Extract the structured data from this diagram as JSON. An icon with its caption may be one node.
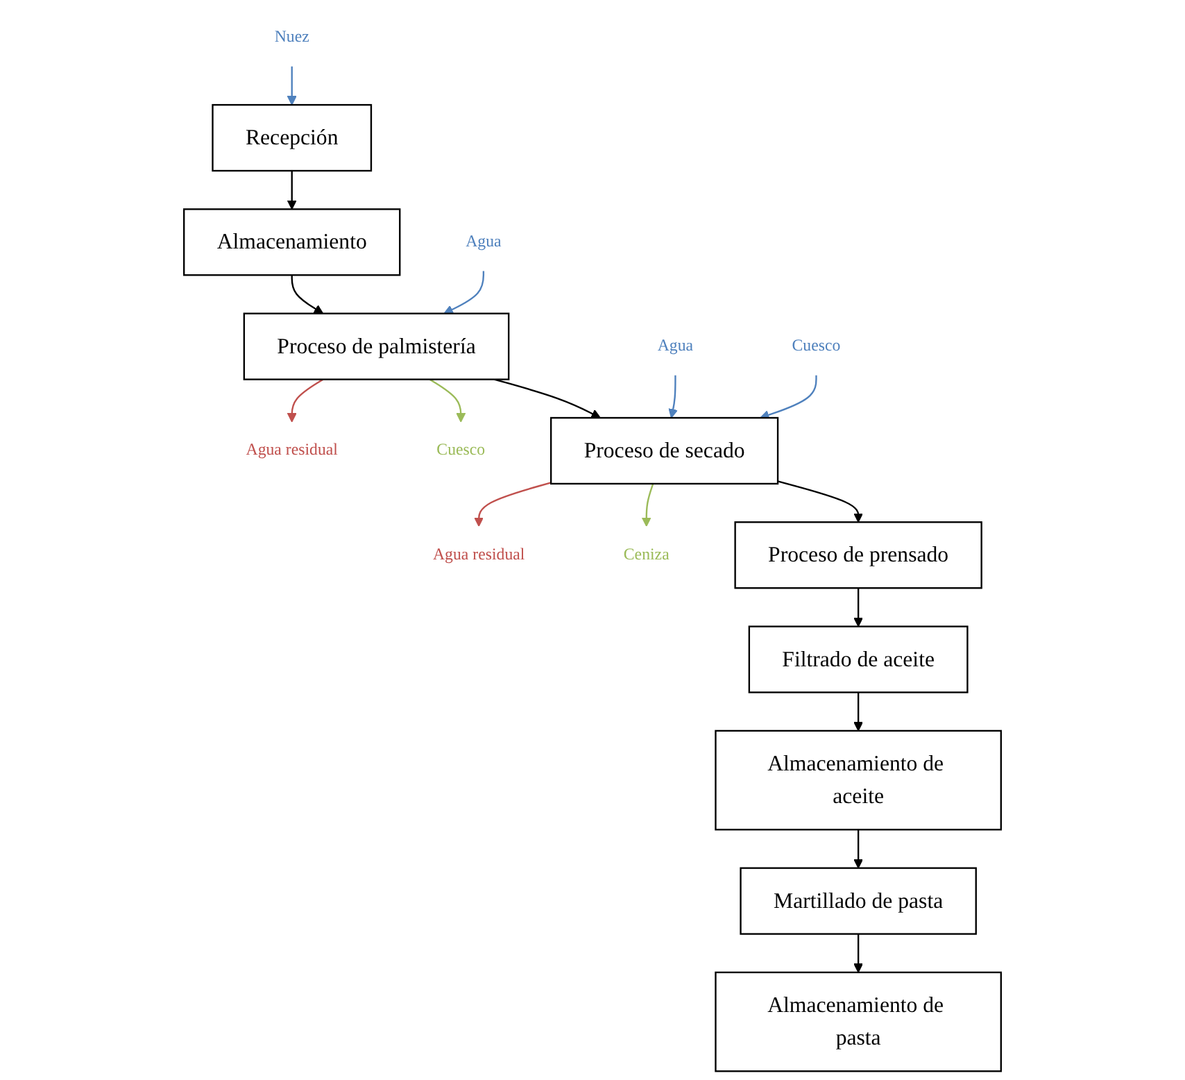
{
  "diagram": {
    "nodes": [
      {
        "text": [
          "Nuez"
        ]
      },
      {
        "text": [
          "Recepción"
        ]
      },
      {
        "text": [
          "Almacenamiento"
        ]
      },
      {
        "text": [
          "Agua"
        ]
      },
      {
        "text": [
          "Proceso de palmistería"
        ]
      },
      {
        "text": [
          "Agua residual"
        ]
      },
      {
        "text": [
          "Cuesco"
        ]
      },
      {
        "text": [
          "Agua"
        ]
      },
      {
        "text": [
          "Cuesco"
        ]
      },
      {
        "text": [
          "Proceso de secado"
        ]
      },
      {
        "text": [
          "Agua residual"
        ]
      },
      {
        "text": [
          "Ceniza"
        ]
      },
      {
        "text": [
          "Proceso de prensado"
        ]
      },
      {
        "text": [
          "Filtrado de aceite"
        ]
      },
      {
        "text": [
          "Almacenamiento de aceite"
        ]
      },
      {
        "text": [
          "Martillado de pasta"
        ]
      },
      {
        "text": [
          "Almacenamiento de pasta"
        ]
      }
    ],
    "edges": [
      {
        "from": 0,
        "to": 1,
        "arrow": "to",
        "color": "#4f81bd"
      },
      {
        "from": 1,
        "to": 2,
        "arrow": "to"
      },
      {
        "from": 2,
        "to": 4,
        "arrow": "to"
      },
      {
        "from": 3,
        "to": 4,
        "arrow": "to",
        "color": "#4f81bd"
      },
      {
        "from": 4,
        "to": 5,
        "arrow": "to",
        "color": "#c0504d"
      },
      {
        "from": 4,
        "to": 6,
        "arrow": "to",
        "color": "#9bbb59"
      },
      {
        "from": 4,
        "to": 9,
        "arrow": "to"
      },
      {
        "from": 7,
        "to": 9,
        "arrow": "to",
        "color": "#4f81bd"
      },
      {
        "from": 8,
        "to": 9,
        "arrow": "to",
        "color": "#4f81bd"
      },
      {
        "from": 9,
        "to": 10,
        "arrow": "to",
        "color": "#c0504d"
      },
      {
        "from": 9,
        "to": 11,
        "arrow": "to",
        "color": "#9bbb59"
      },
      {
        "from": 9,
        "to": 12,
        "arrow": "to"
      },
      {
        "from": 12,
        "to": 13,
        "arrow": "to"
      },
      {
        "from": 13,
        "to": 14,
        "arrow": "to"
      },
      {
        "from": 14,
        "to": 15,
        "arrow": "to"
      },
      {
        "from": 15,
        "to": 16,
        "arrow": "to"
      }
    ]
  }
}
